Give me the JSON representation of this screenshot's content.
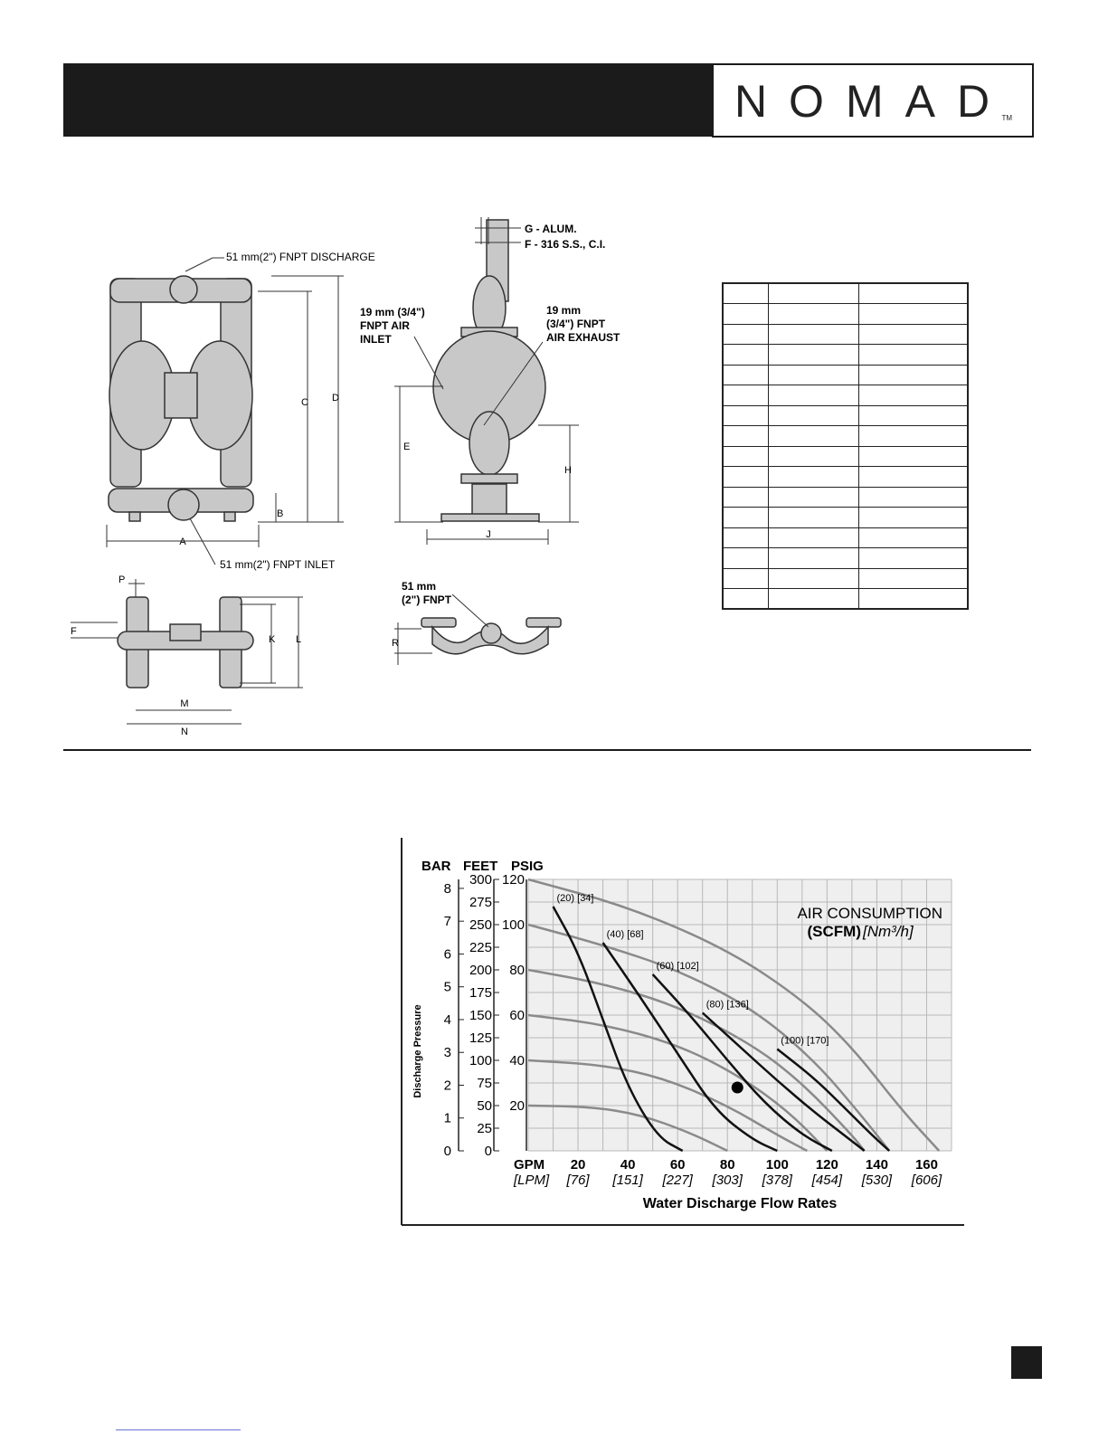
{
  "header": {
    "brand": "NOMAD",
    "tm": "TM"
  },
  "drawing_labels": {
    "discharge": "51 mm(2\") FNPT DISCHARGE",
    "inlet": "51 mm(2\") FNPT INLET",
    "air_inlet": [
      "19 mm (3/4\")",
      "FNPT AIR",
      "INLET"
    ],
    "air_exhaust": [
      "19 mm",
      "(3/4\") FNPT",
      "AIR EXHAUST"
    ],
    "g_alum": "G - ALUM.",
    "f_ss": "F - 316 S.S., C.I.",
    "fnpt_bottom": [
      "51 mm",
      "(2\") FNPT"
    ],
    "letters": {
      "A": "A",
      "B": "B",
      "C": "C",
      "D": "D",
      "E": "E",
      "H": "H",
      "J": "J",
      "P": "P",
      "F": "F",
      "K": "K",
      "L": "L",
      "M": "M",
      "N": "N",
      "R": "R"
    }
  },
  "dimension_table": {
    "rows": 16,
    "cols": 3
  },
  "chart_data": {
    "type": "line",
    "title": "",
    "xlabel": "Water Discharge Flow Rates",
    "ylabel": "Discharge Pressure",
    "axis_header": [
      "BAR",
      "FEET",
      "PSIG"
    ],
    "x_unit_primary": "GPM",
    "x_unit_secondary": "[LPM]",
    "x_ticks": [
      {
        "gpm": "20",
        "lpm": "[76]",
        "x": 20
      },
      {
        "gpm": "40",
        "lpm": "[151]",
        "x": 40
      },
      {
        "gpm": "60",
        "lpm": "[227]",
        "x": 60
      },
      {
        "gpm": "80",
        "lpm": "[303]",
        "x": 80
      },
      {
        "gpm": "100",
        "lpm": "[378]",
        "x": 100
      },
      {
        "gpm": "120",
        "lpm": "[454]",
        "x": 120
      },
      {
        "gpm": "140",
        "lpm": "[530]",
        "x": 140
      },
      {
        "gpm": "160",
        "lpm": "[606]",
        "x": 160
      }
    ],
    "xlim": [
      0,
      170
    ],
    "ylim_psig": [
      0,
      120
    ],
    "psig_ticks": [
      "120",
      "100",
      "80",
      "60",
      "40",
      "20"
    ],
    "feet_ticks": [
      "300",
      "275",
      "250",
      "225",
      "200",
      "175",
      "150",
      "125",
      "100",
      "75",
      "50",
      "25",
      "0"
    ],
    "bar_ticks": [
      "8",
      "7",
      "6",
      "5",
      "4",
      "3",
      "2",
      "1",
      "0"
    ],
    "legend_title": "AIR CONSUMPTION",
    "legend_sub_bold": "(SCFM)",
    "legend_sub_italic": "[Nm³/h]",
    "air_pressure_curves": [
      {
        "psig": 120,
        "points": [
          [
            0,
            120
          ],
          [
            40,
            108
          ],
          [
            80,
            89
          ],
          [
            110,
            67
          ],
          [
            130,
            46
          ],
          [
            150,
            18
          ],
          [
            165,
            0
          ]
        ]
      },
      {
        "psig": 100,
        "points": [
          [
            0,
            100
          ],
          [
            30,
            91
          ],
          [
            60,
            80
          ],
          [
            90,
            63
          ],
          [
            115,
            40
          ],
          [
            135,
            14
          ],
          [
            145,
            0
          ]
        ]
      },
      {
        "psig": 80,
        "points": [
          [
            0,
            80
          ],
          [
            30,
            74
          ],
          [
            60,
            64
          ],
          [
            90,
            47
          ],
          [
            110,
            30
          ],
          [
            130,
            7
          ],
          [
            135,
            0
          ]
        ]
      },
      {
        "psig": 60,
        "points": [
          [
            0,
            60
          ],
          [
            30,
            56
          ],
          [
            60,
            47
          ],
          [
            85,
            33
          ],
          [
            105,
            17
          ],
          [
            120,
            0
          ]
        ]
      },
      {
        "psig": 40,
        "points": [
          [
            0,
            40
          ],
          [
            30,
            38
          ],
          [
            55,
            32
          ],
          [
            80,
            20
          ],
          [
            100,
            7
          ],
          [
            112,
            0
          ]
        ]
      },
      {
        "psig": 20,
        "points": [
          [
            0,
            20
          ],
          [
            25,
            19.5
          ],
          [
            45,
            16
          ],
          [
            65,
            8
          ],
          [
            80,
            0
          ]
        ]
      }
    ],
    "air_consumption_curves": [
      {
        "label": "(20) [34]",
        "points": [
          [
            10,
            108
          ],
          [
            20,
            88
          ],
          [
            30,
            58
          ],
          [
            40,
            28
          ],
          [
            52,
            6
          ],
          [
            62,
            0
          ]
        ]
      },
      {
        "label": "(40) [68]",
        "points": [
          [
            30,
            92
          ],
          [
            45,
            68
          ],
          [
            60,
            43
          ],
          [
            75,
            18
          ],
          [
            90,
            5
          ],
          [
            100,
            0
          ]
        ]
      },
      {
        "label": "(60) [102]",
        "points": [
          [
            50,
            78
          ],
          [
            65,
            60
          ],
          [
            80,
            40
          ],
          [
            95,
            21
          ],
          [
            110,
            7
          ],
          [
            122,
            0
          ]
        ]
      },
      {
        "label": "(80) [136]",
        "points": [
          [
            70,
            61
          ],
          [
            85,
            46
          ],
          [
            100,
            31
          ],
          [
            115,
            17
          ],
          [
            128,
            6
          ],
          [
            135,
            0
          ]
        ]
      },
      {
        "label": "(100) [170]",
        "points": [
          [
            100,
            45
          ],
          [
            115,
            32
          ],
          [
            128,
            18
          ],
          [
            138,
            7
          ],
          [
            145,
            0
          ]
        ]
      }
    ],
    "marker": {
      "x": 84,
      "y": 28
    }
  }
}
